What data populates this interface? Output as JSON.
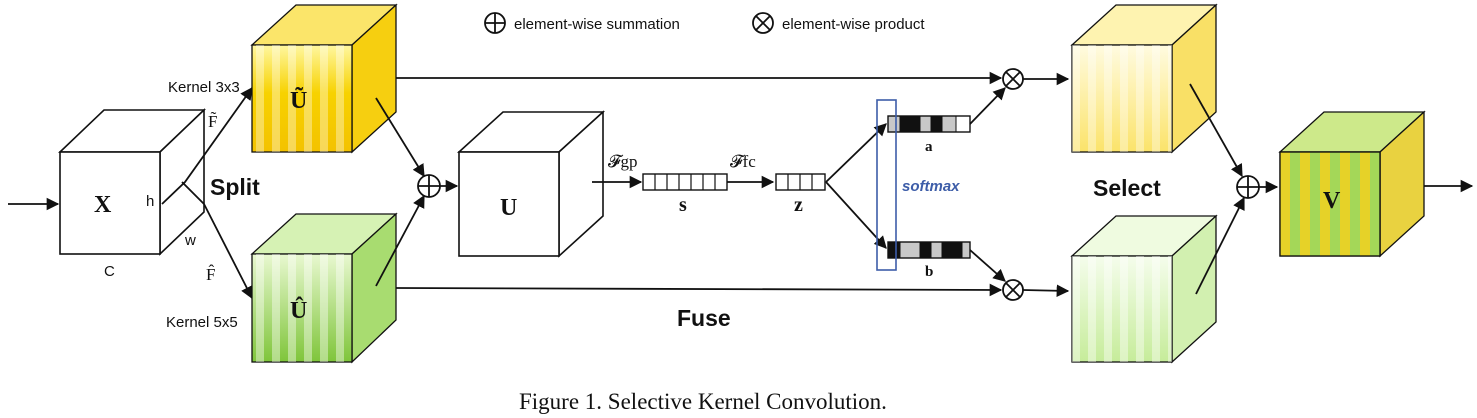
{
  "legend": {
    "sum": "element-wise summation",
    "product": "element-wise product"
  },
  "input": {
    "label": "X",
    "dim_h": "h",
    "dim_w": "w",
    "dim_c": "C"
  },
  "branch3": {
    "kernel": "Kernel 3x3",
    "op": "F̃",
    "label": "Ũ"
  },
  "branch5": {
    "kernel": "Kernel 5x5",
    "op": "F̂",
    "label": "Û"
  },
  "fused": {
    "label": "U"
  },
  "ops": {
    "gp": "𝓕gp",
    "fc": "𝓕fc",
    "softmax": "softmax"
  },
  "vectors": {
    "s": "s",
    "z": "z",
    "a": "a",
    "b": "b"
  },
  "output": {
    "label": "V"
  },
  "stages": {
    "split": "Split",
    "fuse": "Fuse",
    "select": "Select"
  },
  "caption": "Figure 1. Selective Kernel Convolution.",
  "colors": {
    "yellow": "#f5c800",
    "yellow_light": "#fbe870",
    "green": "#8fd04a",
    "green_light": "#d4f0b0",
    "softmax_box": "#3d5da8"
  }
}
